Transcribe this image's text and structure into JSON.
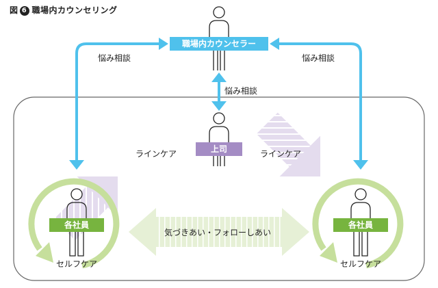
{
  "title": {
    "prefix": "図",
    "number": "6",
    "text": "職場内カウンセリング"
  },
  "colors": {
    "blue": "#4fc1ec",
    "purple": "#a48cc4",
    "purple_light": "#e4dcee",
    "green": "#77b43f",
    "green_light": "#c6df9c",
    "green_pale": "#e6f0d6",
    "frame": "#666666"
  },
  "counselor": {
    "label": "職場内カウンセラー"
  },
  "supervisor": {
    "label": "上司"
  },
  "employees": [
    {
      "label": "各社員",
      "cycle_label": "セルフケア"
    },
    {
      "label": "各社員",
      "cycle_label": "セルフケア"
    }
  ],
  "consult_labels": {
    "left": "悩み相談",
    "right": "悩み相談",
    "center": "悩み相談"
  },
  "line_care_labels": {
    "left": "ラインケア",
    "right": "ラインケア"
  },
  "mutual_label": "気づきあい・フォローしあい"
}
